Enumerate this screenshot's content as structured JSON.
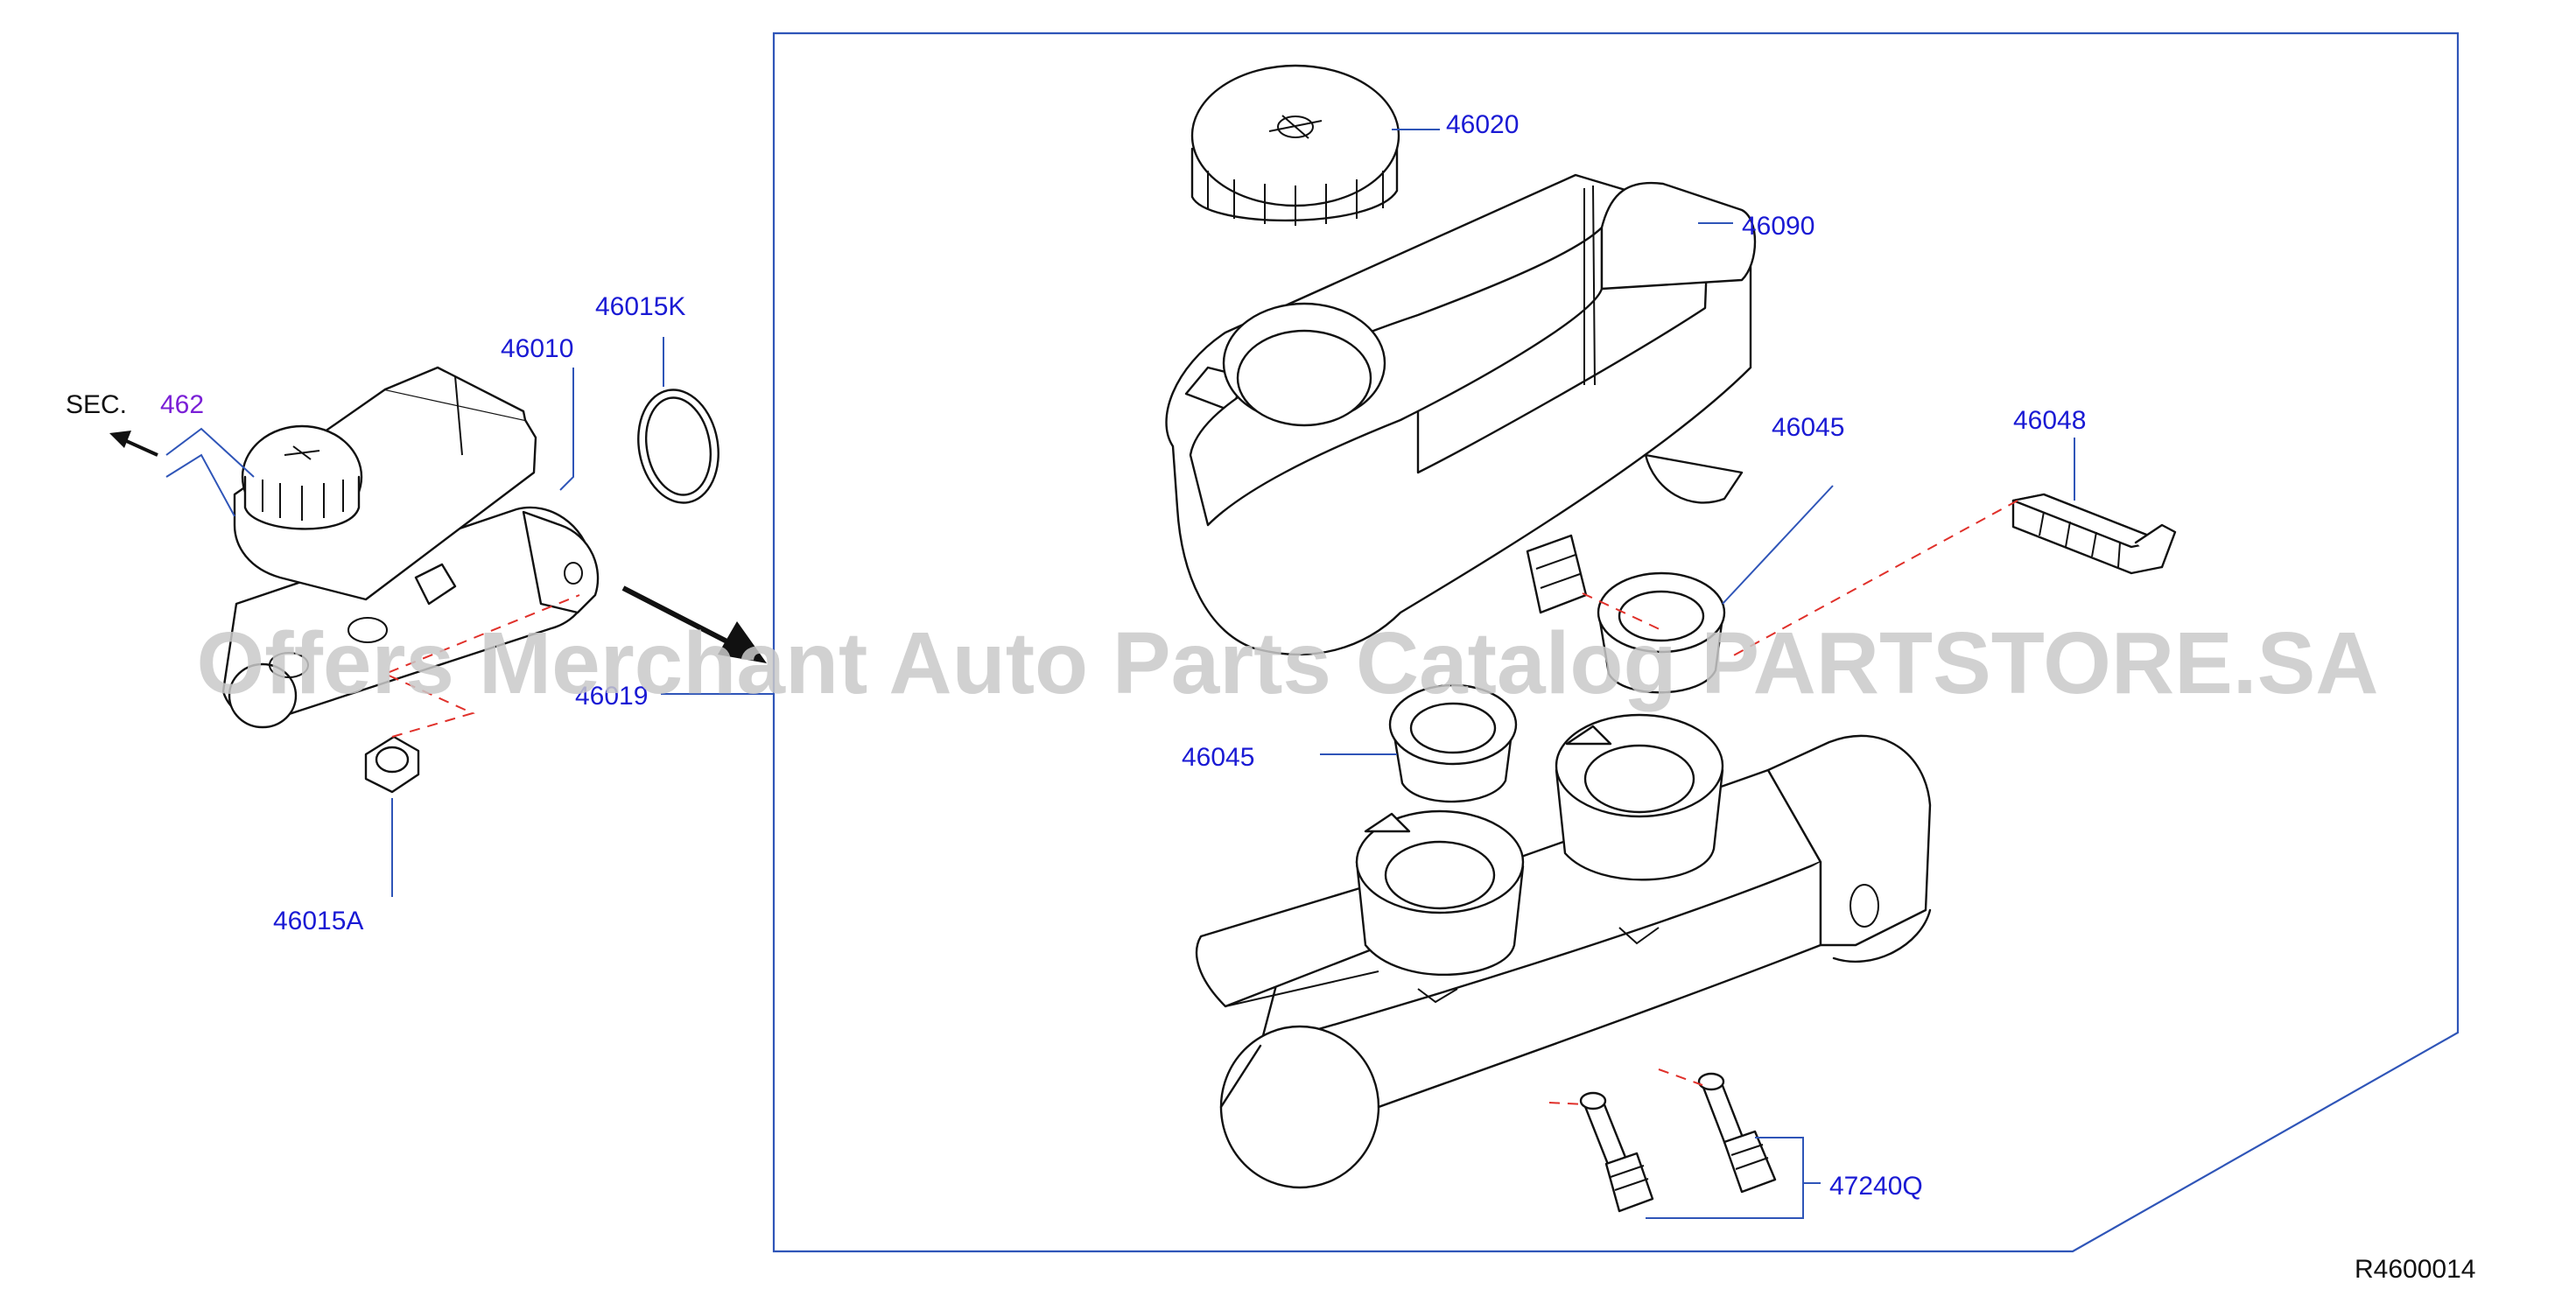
{
  "colors": {
    "label": "#1a1ad4",
    "section_ref": "#7a1fd6",
    "leader": "#2f55b8",
    "ghost": "#e0302a",
    "ink": "#111111",
    "watermark": "#c9c9c9"
  },
  "labels": {
    "sec_prefix": "SEC.",
    "sec_ref": "462",
    "p46015K": "46015K",
    "p46010": "46010",
    "p46015A": "46015A",
    "p46019": "46019",
    "p46020": "46020",
    "p46090": "46090",
    "p46045_top": "46045",
    "p46045_bottom": "46045",
    "p46048": "46048",
    "p47240Q": "47240Q"
  },
  "diagram_id": "R4600014",
  "watermark": "Offers Merchant Auto Parts Catalog PARTSTORE.SA"
}
